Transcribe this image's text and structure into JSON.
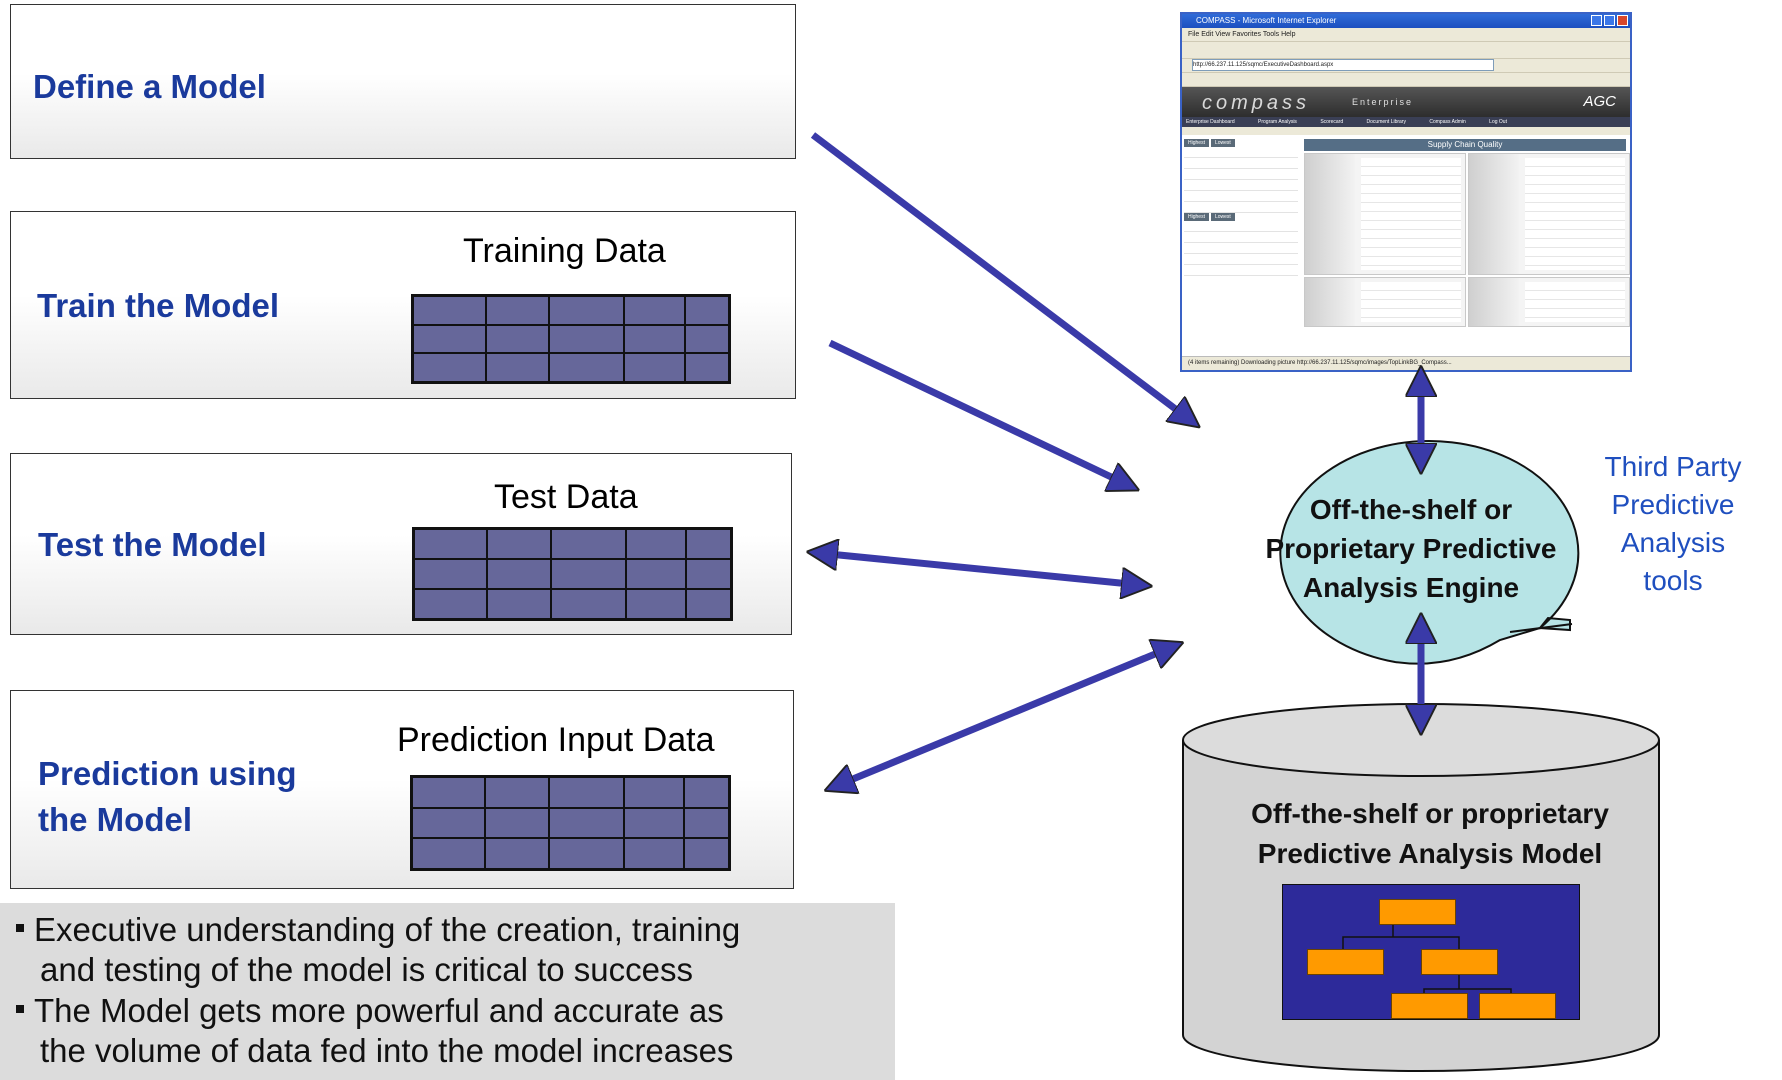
{
  "steps": {
    "define": {
      "label": "Define a Model"
    },
    "train": {
      "label": "Train the Model",
      "data_label": "Training Data"
    },
    "test": {
      "label": "Test the Model",
      "data_label": "Test  Data"
    },
    "predict": {
      "label_line1": "Prediction using",
      "label_line2": "the Model",
      "data_label": "Prediction Input Data"
    }
  },
  "notes": [
    {
      "line1": "Executive understanding of the creation, training",
      "line2": "and testing of the model is critical to success"
    },
    {
      "line1": "The Model gets more powerful and accurate as",
      "line2": "the volume of data fed into the model increases"
    }
  ],
  "engine": {
    "line1": "Off-the-shelf or",
    "line2": "Proprietary Predictive",
    "line3": "Analysis Engine"
  },
  "third_party": {
    "line1": "Third Party",
    "line2": "Predictive",
    "line3": "Analysis",
    "line4": "tools"
  },
  "model_db": {
    "line1": "Off-the-shelf or proprietary",
    "line2": "Predictive Analysis Model"
  },
  "browser": {
    "title": "COMPASS - Microsoft Internet Explorer",
    "menu": "File  Edit  View  Favorites  Tools  Help",
    "address": "http://66.237.11.125/sqmc/ExecutiveDashboard.aspx",
    "brand": "compass",
    "edition": "Enterprise",
    "logo": "AGC",
    "nav": [
      "Enterprise Dashboard",
      "Program Analysis",
      "Scorecard",
      "Document Library",
      "Compass Admin",
      "Log Out"
    ],
    "tab_highest": "Highest",
    "tab_lowest": "Lowest",
    "section_title": "Supply Chain Quality",
    "status": "(4 items remaining) Downloading picture http://66.237.11.125/sqmc/images/TopLinkBG_Compass..."
  },
  "colors": {
    "step_text": "#1a3a9c",
    "grid_fill": "#66679a",
    "arrow": "#3a3aa8",
    "engine_fill": "#b7e4e6",
    "db_fill": "#d3d3d3",
    "org_box": "#ff9a00",
    "org_bg": "#2d2a9a",
    "third_party_text": "#1f4fbf"
  }
}
